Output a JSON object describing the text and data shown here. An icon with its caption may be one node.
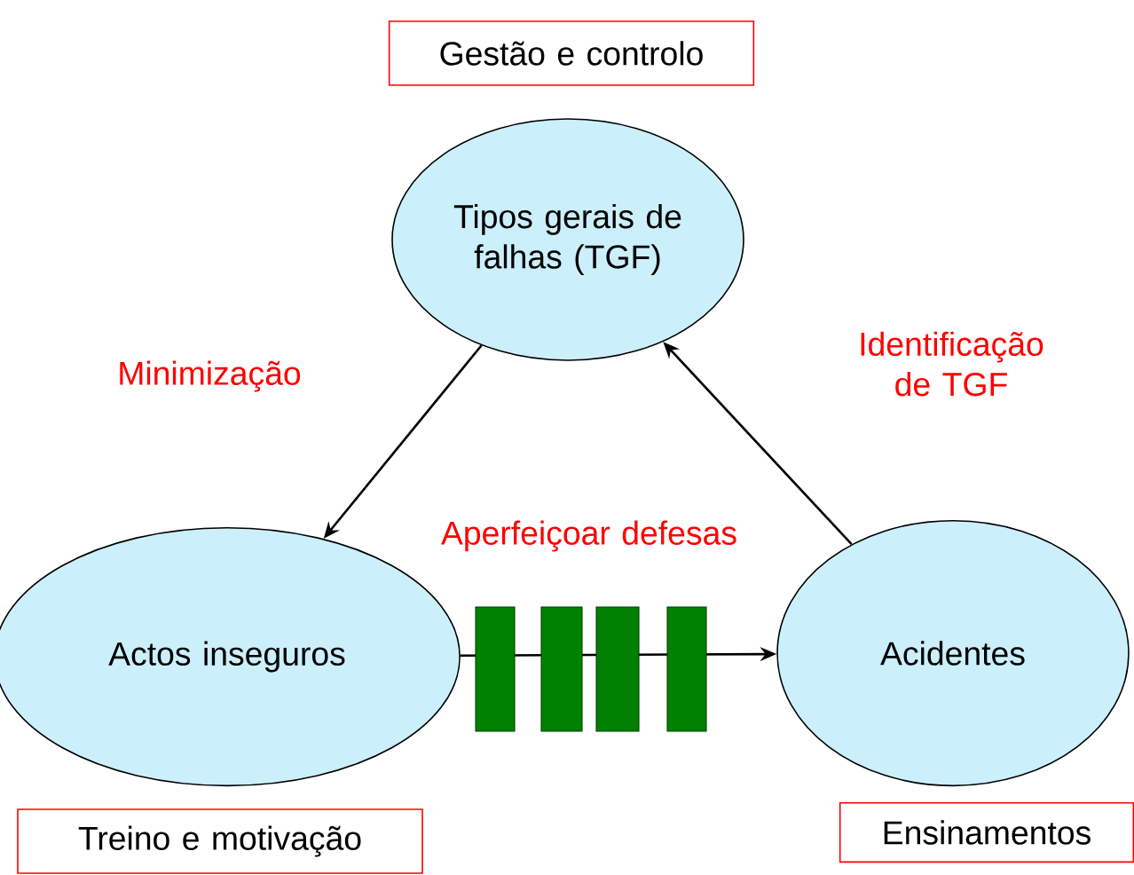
{
  "diagram": {
    "nodes": [
      {
        "text": [
          "Gestão e controlo"
        ]
      },
      {
        "text": [
          "Tipos gerais de falhas (TGF)"
        ]
      },
      {
        "text": [
          "Actos inseguros"
        ]
      },
      {
        "text": [
          "Acidentes"
        ]
      },
      {
        "text": [
          "Treino e motivação"
        ]
      },
      {
        "text": [
          "Ensinamentos"
        ]
      }
    ],
    "edges": [
      {
        "from": 1,
        "to": 2,
        "arrow": "to",
        "label": "Minimização"
      },
      {
        "from": 3,
        "to": 1,
        "arrow": "to",
        "label": "Identificação de TGF"
      },
      {
        "from": 2,
        "to": 3,
        "arrow": "to",
        "label": "Aperfeiçoar defesas"
      }
    ]
  }
}
